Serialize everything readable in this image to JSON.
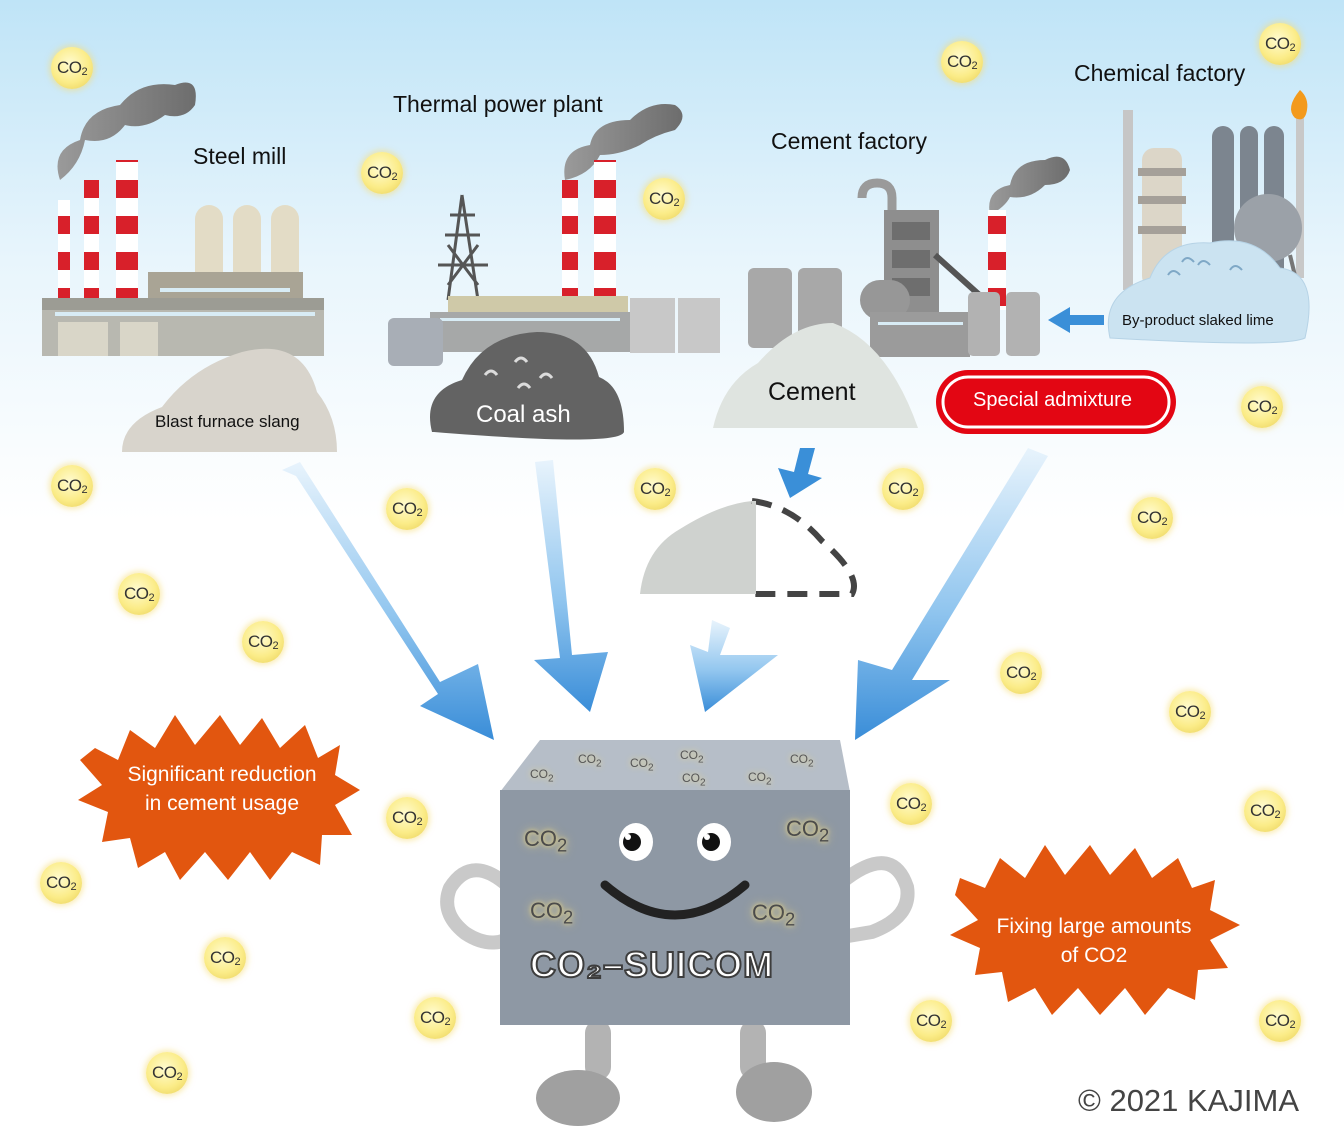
{
  "facilities": {
    "steel_mill": "Steel mill",
    "thermal_power_plant": "Thermal power plant",
    "cement_factory": "Cement factory",
    "chemical_factory": "Chemical factory"
  },
  "materials": {
    "blast_furnace_slag": "Blast furnace slang",
    "coal_ash": "Coal ash",
    "cement": "Cement",
    "special_admixture": "Special admixture",
    "byproduct_slaked_lime": "By-product slaked lime"
  },
  "product": {
    "name": "CO₂–SUICOM",
    "co2_mark": "CO",
    "co2_sub": "2"
  },
  "benefits": {
    "reduction_line1": "Significant reduction",
    "reduction_line2": "in cement usage",
    "fixing_line1": "Fixing large amounts",
    "fixing_line2": "of CO2"
  },
  "copyright": "© 2021 KAJIMA",
  "colors": {
    "arrow_blue": "#3a8fd8",
    "burst_orange": "#e2560f",
    "admixture_red": "#e30613",
    "chimney_red": "#d8202a",
    "cube_gray": "#8e98a4"
  }
}
